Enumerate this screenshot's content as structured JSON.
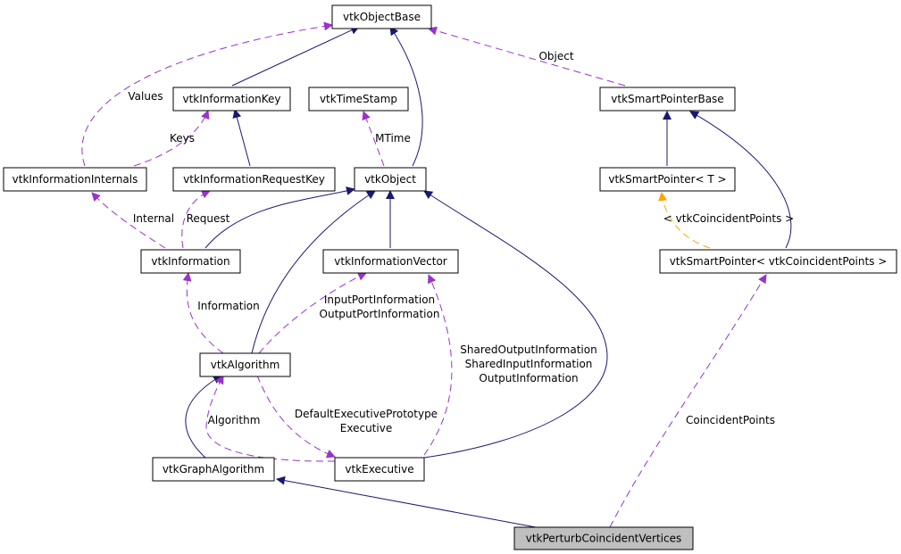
{
  "colors": {
    "inherit": "#191970",
    "usage": "#9a32cd",
    "template": "#ffa500"
  },
  "nodes": {
    "vtkObjectBase": "vtkObjectBase",
    "vtkInformationKey": "vtkInformationKey",
    "vtkTimeStamp": "vtkTimeStamp",
    "vtkSmartPointerBase": "vtkSmartPointerBase",
    "vtkInformationInternals": "vtkInformationInternals",
    "vtkInformationRequestKey": "vtkInformationRequestKey",
    "vtkObject": "vtkObject",
    "vtkSmartPointerT": "vtkSmartPointer< T >",
    "vtkInformation": "vtkInformation",
    "vtkInformationVector": "vtkInformationVector",
    "vtkSmartPointerCoincident": "vtkSmartPointer< vtkCoincidentPoints >",
    "vtkAlgorithm": "vtkAlgorithm",
    "vtkGraphAlgorithm": "vtkGraphAlgorithm",
    "vtkExecutive": "vtkExecutive",
    "vtkPerturbCoincidentVertices": "vtkPerturbCoincidentVertices"
  },
  "edge_labels": {
    "object": "Object",
    "values": "Values",
    "keys": "Keys",
    "mtime": "MTime",
    "template_args": "< vtkCoincidentPoints >",
    "internal": "Internal",
    "request": "Request",
    "information": "Information",
    "input_port_information": "InputPortInformation",
    "output_port_information": "OutputPortInformation",
    "shared_output_information": "SharedOutputInformation",
    "shared_input_information": "SharedInputInformation",
    "output_information": "OutputInformation",
    "coincident_points": "CoincidentPoints",
    "algorithm": "Algorithm",
    "default_executive_prototype": "DefaultExecutivePrototype",
    "executive": "Executive"
  }
}
